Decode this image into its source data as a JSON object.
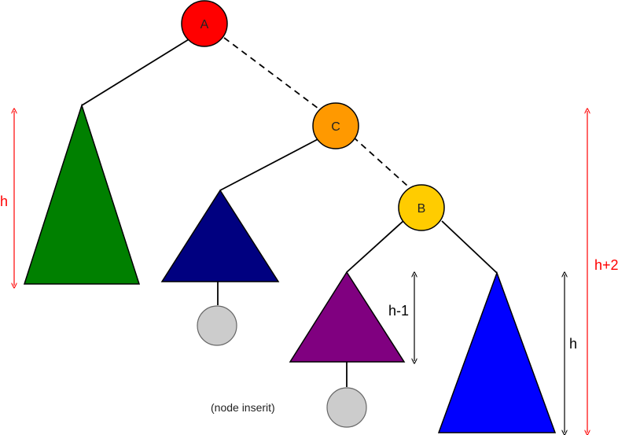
{
  "nodes": {
    "a": {
      "label": "A",
      "color": "#ff0000"
    },
    "c": {
      "label": "C",
      "color": "#ff9900"
    },
    "b": {
      "label": "B",
      "color": "#ffcc00"
    },
    "leaf_color": "#cccccc"
  },
  "subtrees": {
    "green": "#008000",
    "navy": "#000080",
    "purple": "#800080",
    "blue": "#0000ff"
  },
  "dimensions": {
    "h_left": "h",
    "h_minus_1": "h-1",
    "h_right": "h",
    "h_plus_2": "h+2",
    "red": "#ff0000",
    "black": "#000000"
  },
  "notes": {
    "inserted_node": "(node inserit)"
  },
  "edge_color": "#000000"
}
